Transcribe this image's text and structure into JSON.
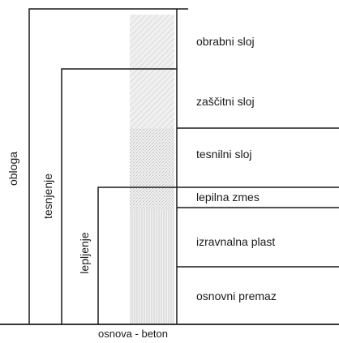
{
  "layers": {
    "protective_layer": "obrabni sloj",
    "shield_layer": "zaščitni sloj",
    "sealing_layer": "tesnilni sloj",
    "adhesive_layer": "lepilna zmes",
    "leveling_layer": "izravnalna plast",
    "primer_layer": "osnovni premaz"
  },
  "brackets": {
    "cladding": "obloga",
    "sealing": "tesnjenje",
    "gluing": "lepljenje"
  },
  "base": {
    "label": "osnova - beton"
  }
}
